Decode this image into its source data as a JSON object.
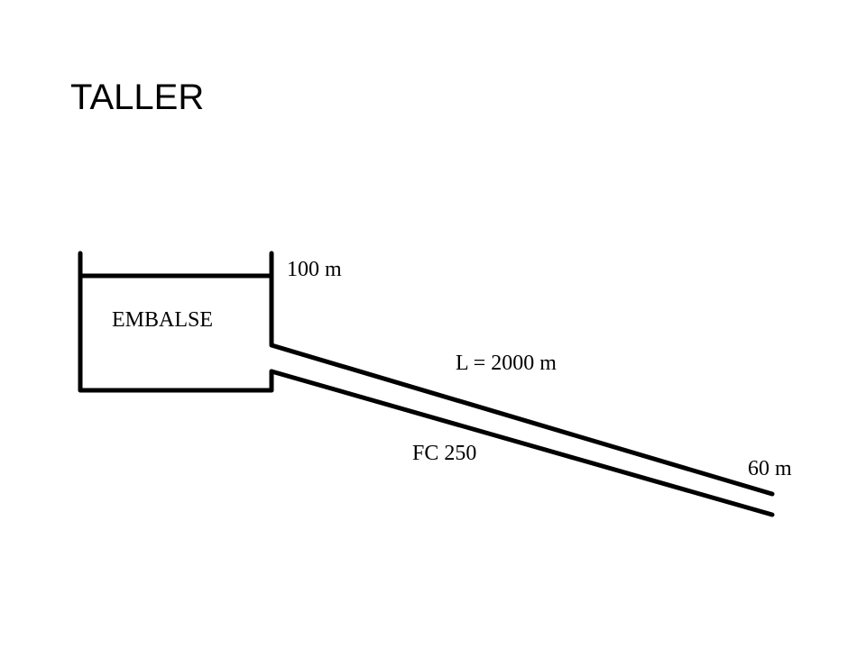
{
  "slide": {
    "title": "TALLER"
  },
  "diagram": {
    "reservoir_label": "EMBALSE",
    "reservoir_level": "100 m",
    "pipe_length": "L = 2000 m",
    "pipe_material": "FC 250",
    "outlet_level": "60 m"
  }
}
